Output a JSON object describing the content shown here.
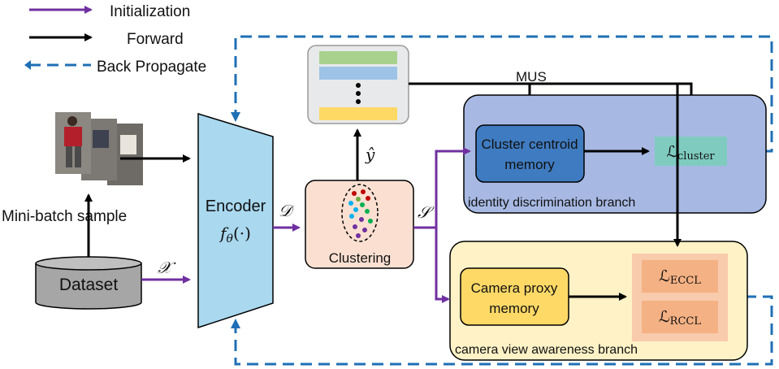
{
  "legend": {
    "initialization": "Initialization",
    "forward": "Forward",
    "back_propagate": "Back Propagate"
  },
  "inputs": {
    "mini_batch": "Mini-batch sample",
    "dataset": "Dataset",
    "x_symbol": "𝒳"
  },
  "encoder": {
    "title": "Encoder",
    "func": "f",
    "func_sub": "θ",
    "func_arg": "(·)",
    "d_symbol": "𝒟"
  },
  "clustering": {
    "label": "Clustering",
    "y_hat": "ŷ",
    "s_symbol": "𝒮"
  },
  "mus": "MUS",
  "identity_branch": {
    "label": "identity discrimination branch",
    "memory_line1": "Cluster centroid",
    "memory_line2": "memory",
    "loss_main": "ℒ",
    "loss_sub": "cluster"
  },
  "camera_branch": {
    "label": "camera view awareness branch",
    "memory_line1": "Camera proxy",
    "memory_line2": "memory",
    "loss1_main": "ℒ",
    "loss1_sub": "ECCL",
    "loss2_main": "ℒ",
    "loss2_sub": "RCCL"
  },
  "colors": {
    "purple": "#7030a0",
    "blue_dash": "#1f6fb5",
    "encoder_fill": "#a9d8ef",
    "clustering_fill": "#fbe0d2",
    "identity_fill": "#a7b9e3",
    "centroid_fill": "#3f7bc0",
    "cluster_loss_fill": "#7fcbc0",
    "camera_fill": "#fef2c6",
    "proxy_fill": "#ffd966",
    "loss_outer_fill": "#f8cbad",
    "loss_inner_fill": "#f4b183",
    "label_green": "#a9d18e",
    "label_blue": "#9dc3e6",
    "label_yellow": "#ffd966"
  }
}
